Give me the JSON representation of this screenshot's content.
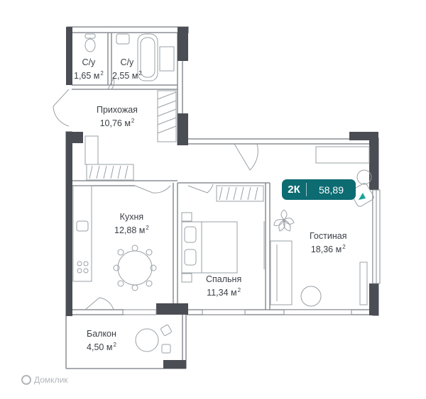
{
  "layout_badge": {
    "rooms": "2К",
    "total_area": "58,89"
  },
  "rooms": {
    "bath1": {
      "name": "С/у",
      "area": "1,65 м",
      "unit_sup": "2"
    },
    "bath2": {
      "name": "С/у",
      "area": "2,55 м",
      "unit_sup": "2"
    },
    "hallway": {
      "name": "Прихожая",
      "area": "10,76 м",
      "unit_sup": "2"
    },
    "kitchen": {
      "name": "Кухня",
      "area": "12,88 м",
      "unit_sup": "2"
    },
    "bedroom": {
      "name": "Спальня",
      "area": "11,34 м",
      "unit_sup": "2"
    },
    "living": {
      "name": "Гостиная",
      "area": "18,36 м",
      "unit_sup": "2"
    },
    "balcony": {
      "name": "Балкон",
      "area": "4,50 м",
      "unit_sup": "2"
    }
  },
  "watermark": "Домклик",
  "colors": {
    "wall_dark": "#4a4d53",
    "wall_outline": "#8a8e94",
    "accent": "#0d6b72",
    "text": "#3b3f46",
    "furniture": "#9aa0a6"
  }
}
